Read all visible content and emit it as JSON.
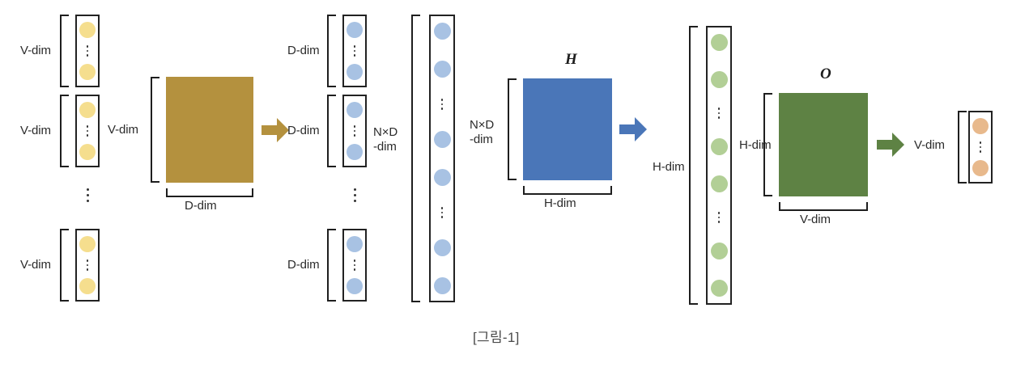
{
  "figure": {
    "caption": "[그림-1]",
    "title_hidden": ""
  },
  "labels": {
    "v_dim": "V-dim",
    "d_dim": "D-dim",
    "h_dim": "H-dim",
    "nd_dim_line1": "N×D",
    "nd_dim_line2": "-dim"
  },
  "matrices": [
    {
      "id": "embedding-matrix",
      "name": "",
      "color": "#B4913E",
      "row_label": "V-dim",
      "col_label": "D-dim"
    },
    {
      "id": "hidden-matrix",
      "name": "H",
      "color": "#4A76B8",
      "row_label_line1": "N×D",
      "row_label_line2": "-dim",
      "col_label": "H-dim"
    },
    {
      "id": "output-matrix",
      "name": "O",
      "color": "#5E8244",
      "row_label": "H-dim",
      "col_label": "V-dim"
    }
  ],
  "vector_groups": [
    {
      "id": "input-onehot-vectors",
      "dot_color": "#F5DE8E",
      "bracket_label": "V-dim",
      "count_shown": 3
    },
    {
      "id": "embedded-vectors",
      "dot_color": "#A8C2E3",
      "bracket_label": "D-dim",
      "count_shown": 3
    },
    {
      "id": "concat-vector",
      "dot_color": "#A8C2E3",
      "bracket_label_line1": "N×D",
      "bracket_label_line2": "-dim"
    },
    {
      "id": "hidden-vector",
      "dot_color": "#B2CF96",
      "bracket_label": "H-dim"
    },
    {
      "id": "output-vector",
      "dot_color": "#E8B98C",
      "bracket_label": "V-dim"
    }
  ],
  "arrows": [
    {
      "id": "arrow-embed",
      "color": "#B4913E"
    },
    {
      "id": "arrow-hidden",
      "color": "#4A76B8"
    },
    {
      "id": "arrow-output",
      "color": "#5E8244"
    }
  ],
  "colors": {
    "gold": "#B4913E",
    "blue": "#4A76B8",
    "green": "#5E8244",
    "dot_yellow": "#F5DE8E",
    "dot_blue": "#A8C2E3",
    "dot_green": "#B2CF96",
    "dot_orange": "#E8B98C",
    "stroke": "#1e1e1e",
    "text": "#2b2b2b"
  }
}
